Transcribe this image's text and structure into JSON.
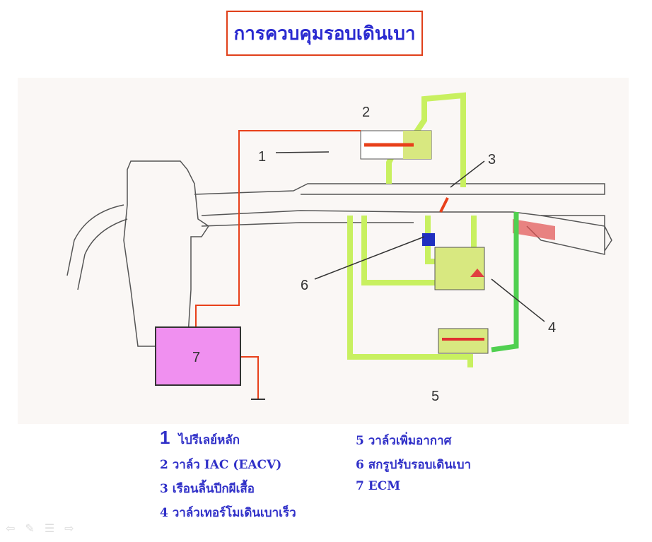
{
  "title": "การควบคุมรอบเดินเบา",
  "diagram": {
    "labels": [
      "1",
      "2",
      "3",
      "4",
      "5",
      "6",
      "7"
    ],
    "colors": {
      "passage": "#c8f060",
      "wire": "#e8401a",
      "ecm": "#f090f0",
      "valve6": "#2030c0"
    }
  },
  "legend": [
    {
      "num": "1",
      "text": "ไปรีเลย์หลัก"
    },
    {
      "num": "2",
      "text": "วาล์ว IAC  (EACV)"
    },
    {
      "num": "3",
      "text": "เรือนลิ้นปีกผีเสื้อ"
    },
    {
      "num": "4",
      "text": "วาล์วเทอร์โมเดินเบาเร็ว"
    },
    {
      "num": "5",
      "text": "วาล์วเพิ่มอากาศ"
    },
    {
      "num": "6",
      "text": "สกรูปรับรอบเดินเบา"
    },
    {
      "num": "7",
      "text": "ECM"
    }
  ],
  "nav": {
    "back": "⇦",
    "pen": "✎",
    "menu": "☰",
    "forward": "⇨"
  }
}
